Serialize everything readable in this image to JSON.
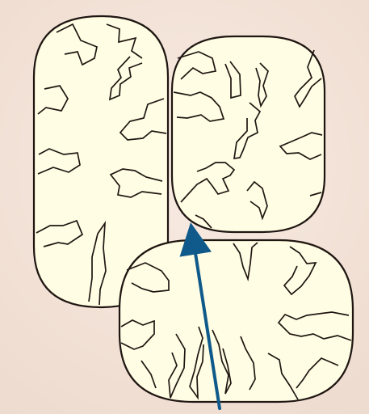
{
  "colors": {
    "background": "#f3e4d9",
    "tile_fill": "#fffde3",
    "outline": "#1f1612",
    "pointer_line": "#0f5a8a"
  },
  "scene": {
    "tiles": [
      {
        "name": "left-rounded-tile",
        "shape": "capsule-vertical"
      },
      {
        "name": "upper-right-rounded-tile",
        "shape": "rounded-rect"
      },
      {
        "name": "bottom-rounded-tile",
        "shape": "capsule-horizontal"
      }
    ],
    "pointer": {
      "name": "pointer-line",
      "has_arrowhead": true
    }
  }
}
